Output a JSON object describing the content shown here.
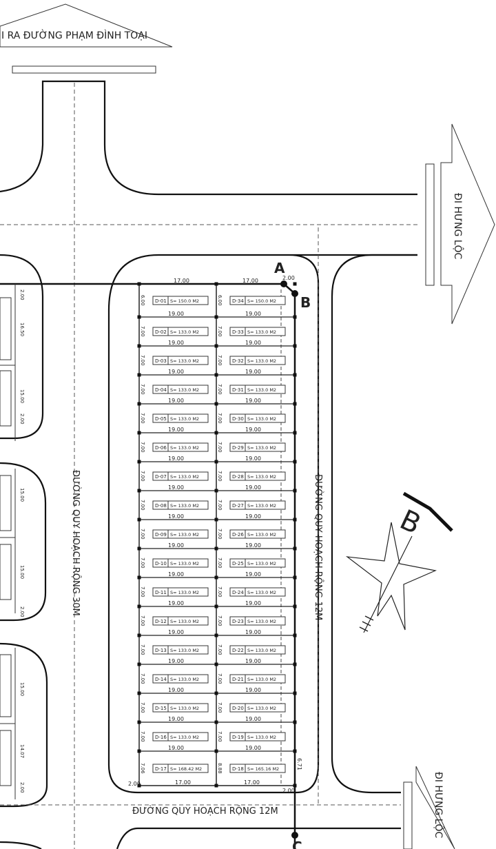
{
  "labels": {
    "top_arrow": "I RA ĐƯỜNG PHẠM ĐÌNH TOẠI",
    "right_arrow_top": "ĐI HƯNG LỘC",
    "right_arrow_bottom": "ĐI HƯNG LỘC",
    "road_30m": "ĐƯỜNG QUY HOẠCH RỘNG 30M",
    "road_12m_vertical": "ĐƯỜNG QUY HOẠCH RỘNG-12M",
    "road_12m_horizontal": "ĐƯỜNG QUY HOẠCH RỘNG 12M",
    "point_a": "A",
    "point_b": "B",
    "point_c": "C",
    "compass_letter": "B"
  },
  "block": {
    "top_widths": [
      "17.00",
      "17.00"
    ],
    "bottom_widths": [
      "17.00",
      "17.00"
    ],
    "lot_length": "19.00",
    "corner_dims": [
      "2.00",
      "2.00",
      "2.00",
      "2.00",
      "6.71",
      "2.00"
    ],
    "left_column": [
      {
        "id": "D-01",
        "area": "S= 150.0 M2",
        "depth": "6.00"
      },
      {
        "id": "D-02",
        "area": "S= 133.0 M2",
        "depth": "7.00"
      },
      {
        "id": "D-03",
        "area": "S= 133.0 M2",
        "depth": "7.00"
      },
      {
        "id": "D-04",
        "area": "S= 133.0 M2",
        "depth": "7.00"
      },
      {
        "id": "D-05",
        "area": "S= 133.0 M2",
        "depth": "7.00"
      },
      {
        "id": "D-06",
        "area": "S= 133.0 M2",
        "depth": "7.00"
      },
      {
        "id": "D-07",
        "area": "S= 133.0 M2",
        "depth": "7.00"
      },
      {
        "id": "D-08",
        "area": "S= 133.0 M2",
        "depth": "7.00"
      },
      {
        "id": "D-09",
        "area": "S= 133.0 M2",
        "depth": "7.00"
      },
      {
        "id": "D-10",
        "area": "S= 133.0 M2",
        "depth": "7.00"
      },
      {
        "id": "D-11",
        "area": "S= 133.0 M2",
        "depth": "7.00"
      },
      {
        "id": "D-12",
        "area": "S= 133.0 M2",
        "depth": "7.00"
      },
      {
        "id": "D-13",
        "area": "S= 133.0 M2",
        "depth": "7.00"
      },
      {
        "id": "D-14",
        "area": "S= 133.0 M2",
        "depth": "7.00"
      },
      {
        "id": "D-15",
        "area": "S= 133.0 M2",
        "depth": "7.00"
      },
      {
        "id": "D-16",
        "area": "S= 133.0 M2",
        "depth": "7.00"
      },
      {
        "id": "D-17",
        "area": "S= 168.42 M2",
        "depth": "7.06"
      }
    ],
    "right_column": [
      {
        "id": "D-34",
        "area": "S= 150.0 M2",
        "depth": "6.00"
      },
      {
        "id": "D-33",
        "area": "S= 133.0 M2",
        "depth": "7.00"
      },
      {
        "id": "D-32",
        "area": "S= 133.0 M2",
        "depth": "7.00"
      },
      {
        "id": "D-31",
        "area": "S= 133.0 M2",
        "depth": "7.00"
      },
      {
        "id": "D-30",
        "area": "S= 133.0 M2",
        "depth": "7.00"
      },
      {
        "id": "D-29",
        "area": "S= 133.0 M2",
        "depth": "7.00"
      },
      {
        "id": "D-28",
        "area": "S= 133.0 M2",
        "depth": "7.00"
      },
      {
        "id": "D-27",
        "area": "S= 133.0 M2",
        "depth": "7.00"
      },
      {
        "id": "D-26",
        "area": "S= 133.0 M2",
        "depth": "7.00"
      },
      {
        "id": "D-25",
        "area": "S= 133.0 M2",
        "depth": "7.00"
      },
      {
        "id": "D-24",
        "area": "S= 133.0 M2",
        "depth": "7.00"
      },
      {
        "id": "D-23",
        "area": "S= 133.0 M2",
        "depth": "7.00"
      },
      {
        "id": "D-22",
        "area": "S= 133.0 M2",
        "depth": "7.00"
      },
      {
        "id": "D-21",
        "area": "S= 133.0 M2",
        "depth": "7.00"
      },
      {
        "id": "D-20",
        "area": "S= 133.0 M2",
        "depth": "7.00"
      },
      {
        "id": "D-19",
        "area": "S= 133.0 M2",
        "depth": "7.00"
      },
      {
        "id": "D-18",
        "area": "S= 165.16 M2",
        "depth": "8.88"
      }
    ]
  },
  "left_blocks": {
    "dims": [
      "2.00",
      "16.50",
      "15.00",
      "2.00",
      "15.00",
      "15.00",
      "2.00",
      "15.00",
      "14.07",
      "2.00"
    ]
  }
}
